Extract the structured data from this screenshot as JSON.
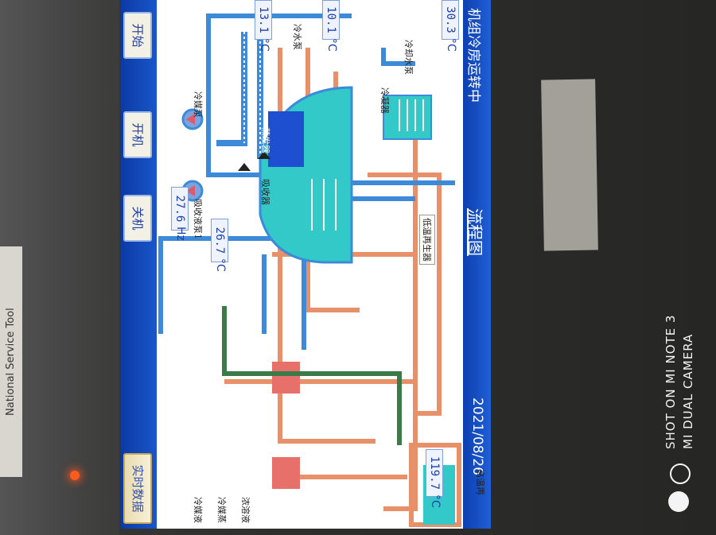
{
  "bezel": {
    "side_label": "National Service Tool"
  },
  "screen": {
    "title": "机组冷房运转中",
    "heading": "流程图",
    "datetime": "2021/08/26"
  },
  "readouts": {
    "cooling_water_out": "30.3",
    "cooling_water_out_unit": "°C",
    "chilled_water_in": "10.1",
    "chilled_water_in_unit": "°C",
    "chilled_water_out": "13.1",
    "chilled_water_out_unit": "°C",
    "high_gen_temp": "119.7",
    "high_gen_temp_unit": "°C",
    "absorber_temp": "26.7",
    "absorber_temp_unit": "°C",
    "pump_freq": "27.6",
    "pump_freq_unit": "Hz"
  },
  "labels": {
    "cooling_water_pump": "冷却水泵",
    "condenser": "冷凝器",
    "low_temp_regenerator": "低温再生器",
    "high_temp_regenerator": "高温再",
    "absorber": "吸收器",
    "evaporator": "蒸发器",
    "chilled_water_pump": "冷水泵",
    "absorbent_pump": "吸收液泵1",
    "refrigerant_pump": "冷媒泵"
  },
  "legend": {
    "dilute": "浓溶液",
    "refrigerant_vapor": "冷媒蒸",
    "refrigerant_liquid": "冷媒液"
  },
  "buttons": {
    "start": "开始",
    "power_on": "开机",
    "power_off": "关机",
    "realtime_data": "实时数据"
  },
  "colors": {
    "titlebar": "#1f5fd6",
    "solution_pipe": "#e8906a",
    "cooling_pipe": "#3c8ad8",
    "solution_vessel": "#33c9c9",
    "green_pipe": "#3c7a4a",
    "evaporator": "#1d4fd0",
    "led": "#ff5a1e"
  },
  "watermark": {
    "line1": "SHOT ON MI NOTE 3",
    "line2": "MI DUAL CAMERA"
  }
}
